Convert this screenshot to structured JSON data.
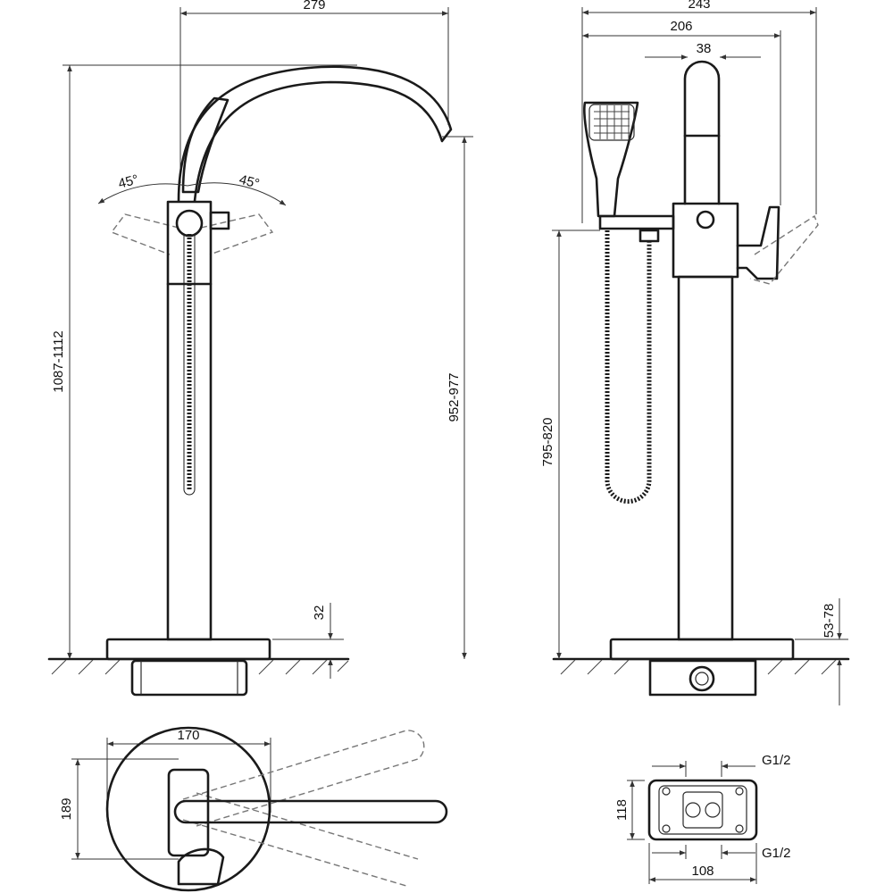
{
  "dimensions": {
    "spout_reach": "279",
    "total_height": "1087-1112",
    "spout_height": "952-977",
    "angle_left": "45°",
    "angle_right": "45°",
    "base_thickness": "32",
    "side_width_total": "243",
    "side_width_inner": "206",
    "handle_width": "38",
    "hand_shower_height": "795-820",
    "side_base": "53-78",
    "top_view_width": "170",
    "top_view_depth": "189",
    "connection_top": "G1/2",
    "connection_bottom": "G1/2",
    "plate_depth": "118",
    "plate_width": "108"
  },
  "colors": {
    "line": "#1a1a1a",
    "ghost": "#777777",
    "background": "#ffffff"
  }
}
